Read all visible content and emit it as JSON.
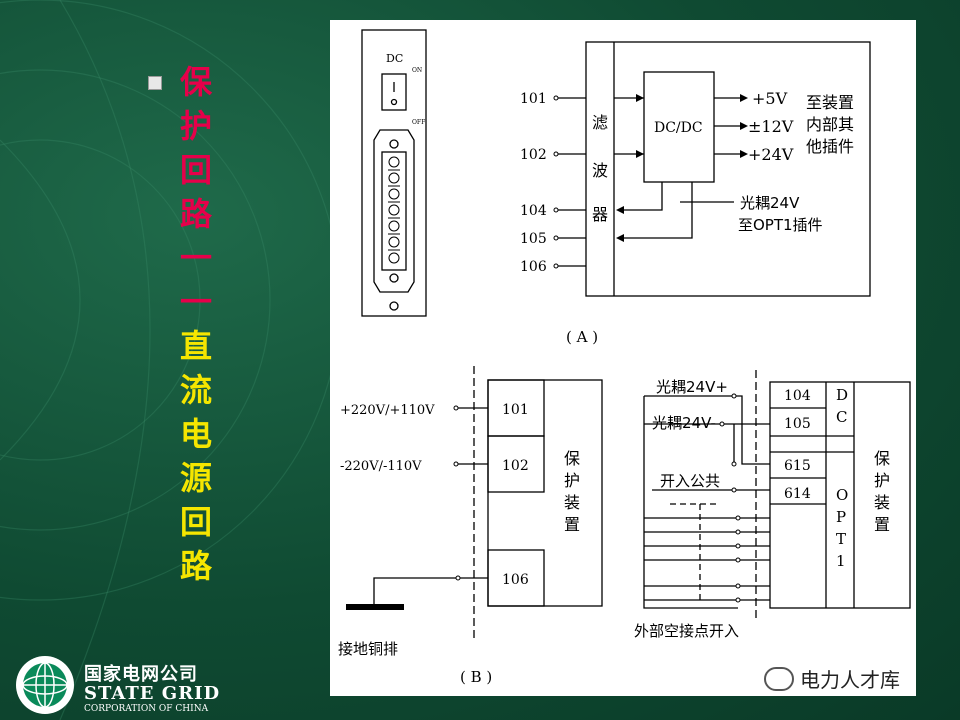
{
  "title": {
    "chars_red": [
      "保",
      "护",
      "回",
      "路",
      "一",
      "一"
    ],
    "chars_yellow": [
      "直",
      "流",
      "电",
      "源",
      "回",
      "路"
    ]
  },
  "logo": {
    "cn": "国家电网公司",
    "en": "STATE GRID",
    "sub": "CORPORATION OF CHINA"
  },
  "watermark": "电力人才库",
  "diagram_a": {
    "card_label": "DC",
    "on_label": "ON",
    "off_label": "OFF",
    "terminals": [
      "101",
      "102",
      "104",
      "105",
      "106"
    ],
    "filter_label": [
      "滤",
      "波",
      "器"
    ],
    "converter_label": "DC/DC",
    "outputs": [
      "+5V",
      "±12V",
      "+24V"
    ],
    "output_note": [
      "至装置",
      "内部其",
      "他插件"
    ],
    "opto_note": [
      "光耦24V",
      "至OPT1插件"
    ],
    "caption": "( A )"
  },
  "diagram_b": {
    "inputs": [
      "+220V/+110V",
      "-220V/-110V"
    ],
    "terminals": [
      "101",
      "102",
      "106"
    ],
    "device_label": [
      "保",
      "护",
      "装",
      "置"
    ],
    "ground_label": "接地铜排",
    "caption": "( B )"
  },
  "diagram_c": {
    "opto_plus": "光耦24V+",
    "opto_minus": "光耦24V-",
    "common_label": "开入公共",
    "terminals": [
      "104",
      "105",
      "615",
      "614"
    ],
    "dc_label": [
      "D",
      "C"
    ],
    "opt_label": [
      "O",
      "P",
      "T",
      "1"
    ],
    "device_label": [
      "保",
      "护",
      "装",
      "置"
    ],
    "external_label": "外部空接点开入"
  }
}
